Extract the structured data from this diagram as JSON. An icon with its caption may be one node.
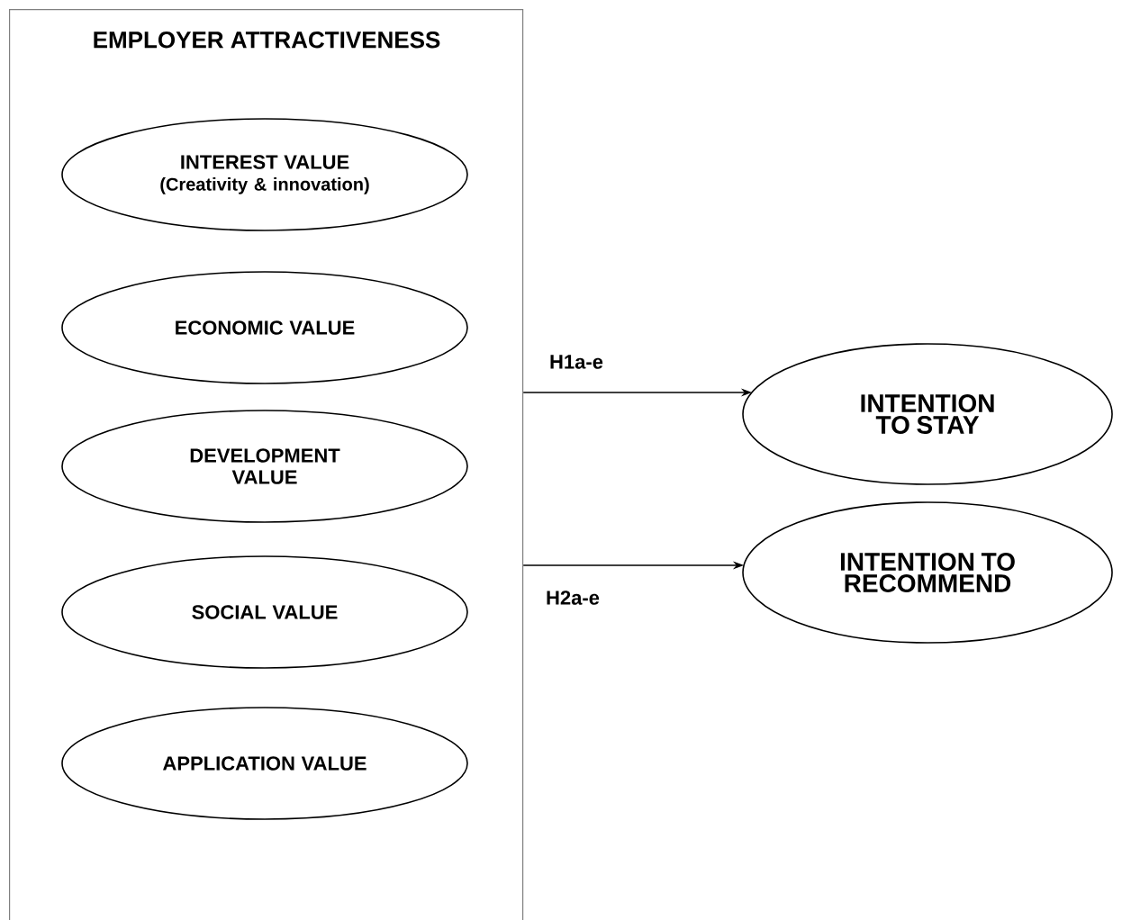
{
  "diagram": {
    "nodes": [
      {
        "text": [
          "EMPLOYER ATTRACTIVENESS"
        ]
      },
      {
        "text": [
          "INTEREST VALUE",
          "(Creativity & innovation)"
        ],
        "in": 0
      },
      {
        "text": [
          "ECONOMIC VALUE"
        ],
        "in": 0
      },
      {
        "text": [
          "DEVELOPMENT VALUE"
        ],
        "in": 0
      },
      {
        "text": [
          "SOCIAL VALUE"
        ],
        "in": 0
      },
      {
        "text": [
          "APPLICATION VALUE"
        ],
        "in": 0
      },
      {
        "text": [
          "INTENTION TO STAY"
        ]
      },
      {
        "text": [
          "INTENTION TO RECOMMEND"
        ]
      }
    ],
    "edges": [
      {
        "from": 0,
        "to": 6,
        "arrow": "to",
        "label": "H1a-e"
      },
      {
        "from": 0,
        "to": 7,
        "arrow": "to",
        "label": "H2a-e"
      }
    ]
  }
}
